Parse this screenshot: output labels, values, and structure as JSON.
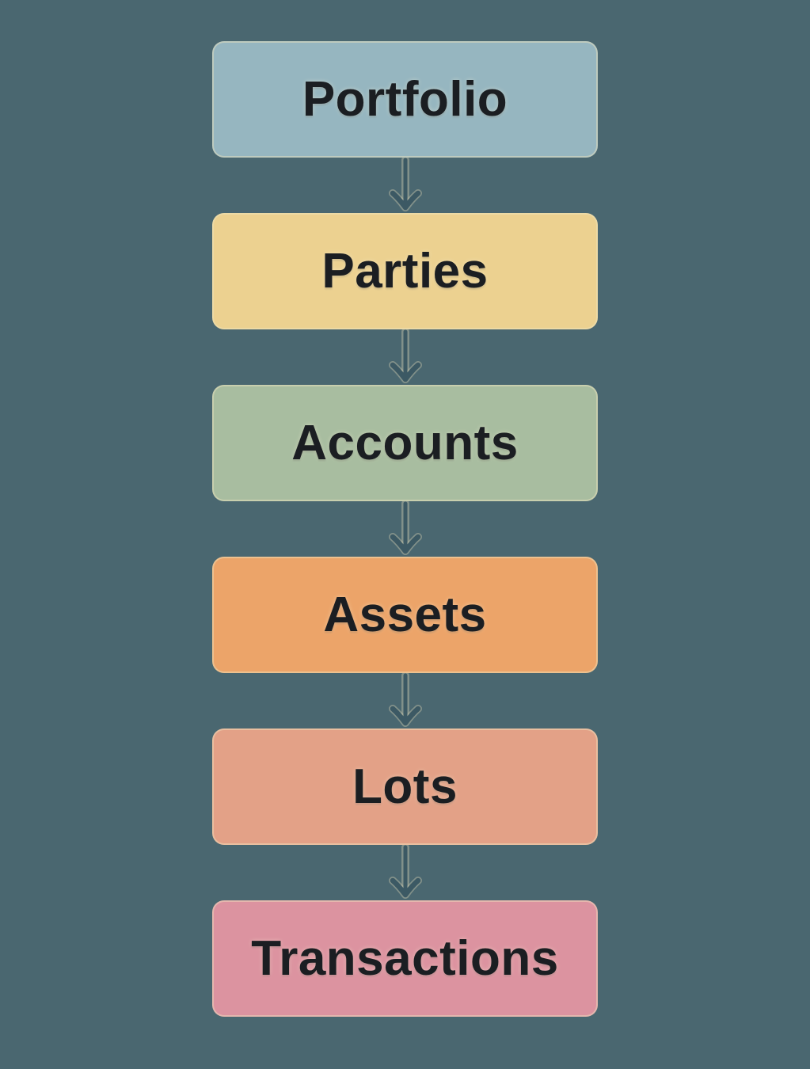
{
  "diagram": {
    "type": "flowchart",
    "orientation": "vertical",
    "background": "#4a6770",
    "text_color": "#1b1e22",
    "node_border_color": "rgba(240, 228, 190, 0.45)",
    "arrow": {
      "color": "#3c5964",
      "halo_color": "#ecdfba",
      "direction": "down"
    },
    "nodes": [
      {
        "id": "portfolio",
        "label": "Portfolio",
        "fill": "#96b6c0"
      },
      {
        "id": "parties",
        "label": "Parties",
        "fill": "#ecd190"
      },
      {
        "id": "accounts",
        "label": "Accounts",
        "fill": "#a8bda0"
      },
      {
        "id": "assets",
        "label": "Assets",
        "fill": "#eca469"
      },
      {
        "id": "lots",
        "label": "Lots",
        "fill": "#e3a187"
      },
      {
        "id": "transactions",
        "label": "Transactions",
        "fill": "#dc93a0"
      }
    ],
    "edges": [
      {
        "from": "Portfolio",
        "to": "Parties"
      },
      {
        "from": "Parties",
        "to": "Accounts"
      },
      {
        "from": "Accounts",
        "to": "Assets"
      },
      {
        "from": "Assets",
        "to": "Lots"
      },
      {
        "from": "Lots",
        "to": "Transactions"
      }
    ]
  }
}
